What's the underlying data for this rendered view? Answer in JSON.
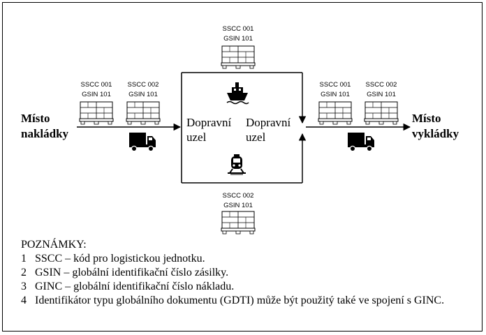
{
  "diagram": {
    "origin_label_line1": "Místo",
    "origin_label_line2": "nakládky",
    "destination_label_line1": "Místo",
    "destination_label_line2": "vykládky",
    "hub_left_line1": "Dopravní",
    "hub_left_line2": "uzel",
    "hub_right_line1": "Dopravní",
    "hub_right_line2": "uzel",
    "pallets": {
      "top": {
        "sscc": "SSCC 001",
        "gsin": "GSIN 101"
      },
      "bottom": {
        "sscc": "SSCC 002",
        "gsin": "GSIN 101"
      },
      "origin_1": {
        "sscc": "SSCC 001",
        "gsin": "GSIN 101"
      },
      "origin_2": {
        "sscc": "SSCC 002",
        "gsin": "GSIN 101"
      },
      "dest_1": {
        "sscc": "SSCC 001",
        "gsin": "GSIN 101"
      },
      "dest_2": {
        "sscc": "SSCC 002",
        "gsin": "GSIN 101"
      }
    },
    "icons": [
      "truck-icon",
      "ship-icon",
      "train-icon",
      "truck-icon"
    ]
  },
  "notes": {
    "title": "POZNÁMKY:",
    "items": [
      {
        "num": "1",
        "text": "SSCC – kód pro logistickou jednotku."
      },
      {
        "num": "2",
        "text": "GSIN  – globální identifikační číslo zásilky."
      },
      {
        "num": "3",
        "text": "GINC – globální identifikační číslo nákladu."
      },
      {
        "num": "4",
        "text": "Identifikátor typu globálního dokumentu (GDTI) může být použitý také ve spojení s GINC."
      }
    ]
  }
}
